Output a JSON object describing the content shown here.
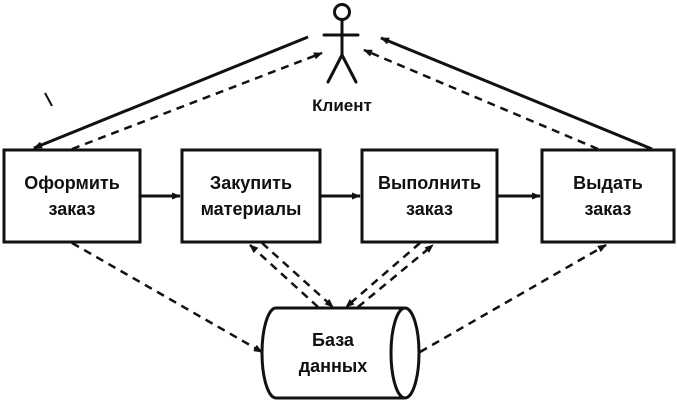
{
  "actor": {
    "label": "Клиент",
    "icon": "stick-figure-icon"
  },
  "processes": [
    {
      "id": "p1",
      "label": "Оформить\nзаказ"
    },
    {
      "id": "p2",
      "label": "Закупить\nматериалы"
    },
    {
      "id": "p3",
      "label": "Выполнить\nзаказ"
    },
    {
      "id": "p4",
      "label": "Выдать\nзаказ"
    }
  ],
  "database": {
    "label": "База\nданных",
    "icon": "database-cylinder-icon"
  },
  "flows": [
    {
      "from": "actor",
      "to": "p1",
      "style": "solid"
    },
    {
      "from": "p1",
      "to": "actor",
      "style": "dashed"
    },
    {
      "from": "p1",
      "to": "p2",
      "style": "solid"
    },
    {
      "from": "p2",
      "to": "p3",
      "style": "solid"
    },
    {
      "from": "p3",
      "to": "p4",
      "style": "solid"
    },
    {
      "from": "p4",
      "to": "actor",
      "style": "solid"
    },
    {
      "from": "p4",
      "to": "actor",
      "style": "dashed"
    },
    {
      "from": "p1",
      "to": "database",
      "style": "dashed"
    },
    {
      "from": "database",
      "to": "p2",
      "style": "dashed"
    },
    {
      "from": "p2",
      "to": "database",
      "style": "dashed"
    },
    {
      "from": "database",
      "to": "p3",
      "style": "dashed"
    },
    {
      "from": "p3",
      "to": "database",
      "style": "dashed"
    },
    {
      "from": "database",
      "to": "p4",
      "style": "dashed"
    }
  ],
  "colors": {
    "stroke": "#111111",
    "background": "#ffffff"
  }
}
